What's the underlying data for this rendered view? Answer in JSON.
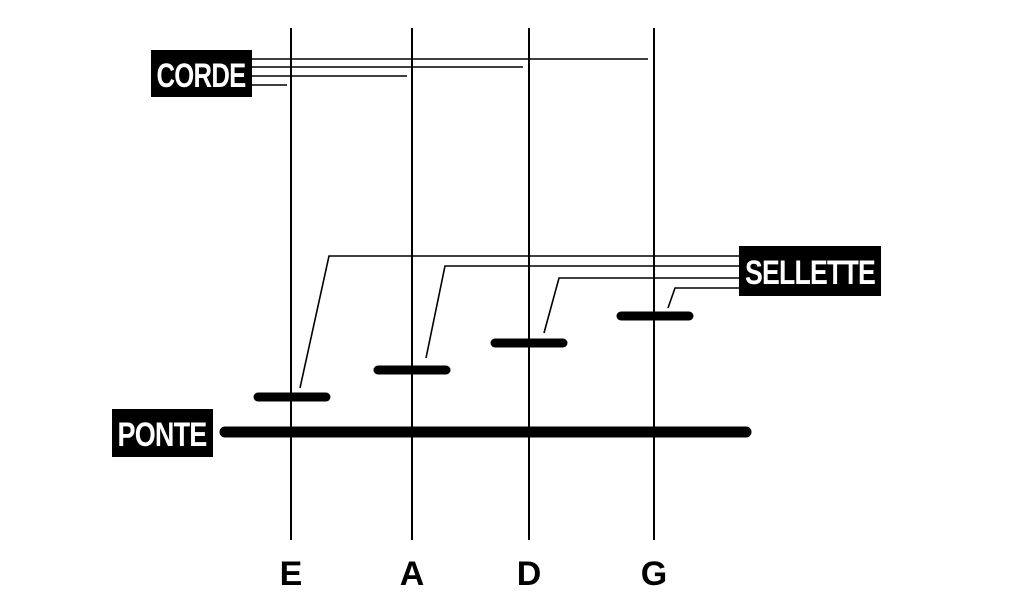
{
  "labels": {
    "strings": "CORDE",
    "saddles": "SELLETTE",
    "bridge": "PONTE"
  },
  "strings": [
    {
      "name": "E"
    },
    {
      "name": "A"
    },
    {
      "name": "D"
    },
    {
      "name": "G"
    }
  ]
}
